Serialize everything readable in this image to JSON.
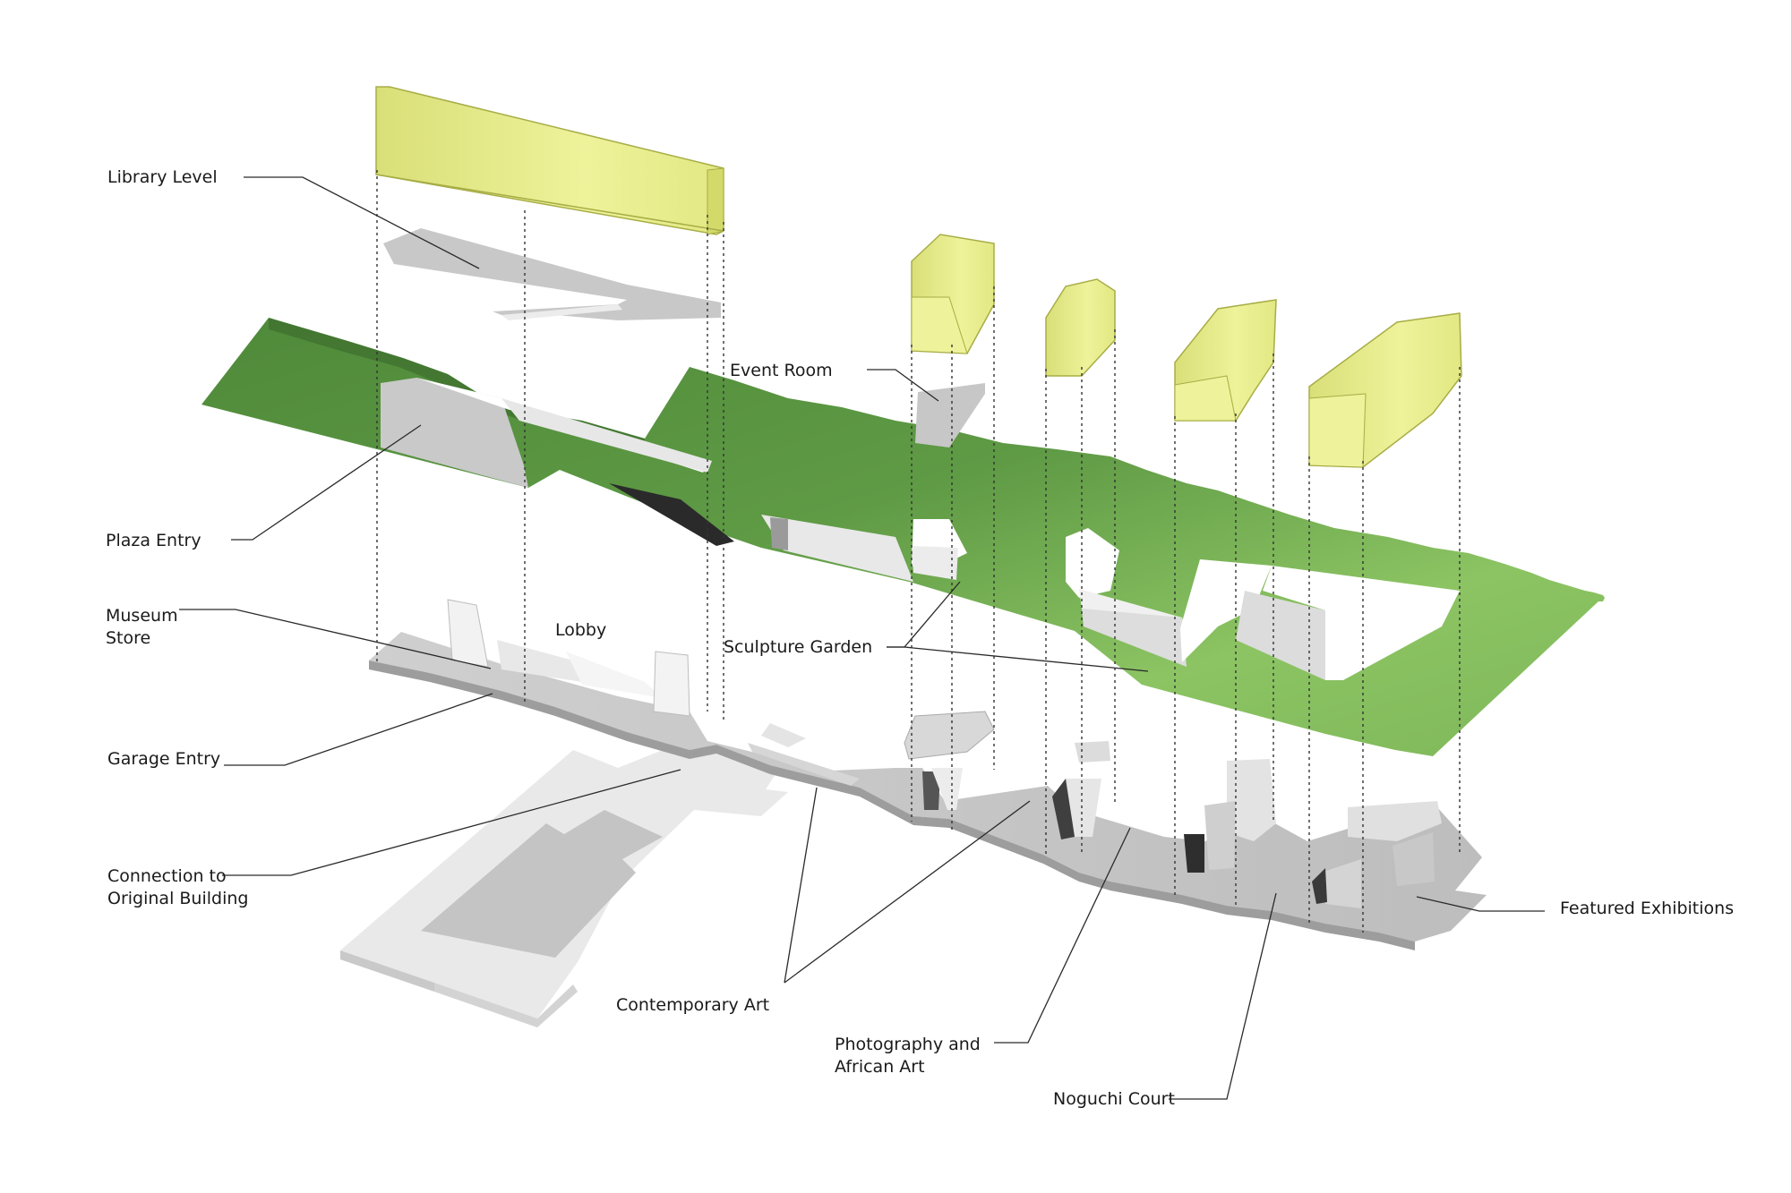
{
  "labels": {
    "library_level": "Library Level",
    "event_room": "Event Room",
    "plaza_entry": "Plaza Entry",
    "museum_store_line1": "Museum",
    "museum_store_line2": "Store",
    "lobby": "Lobby",
    "sculpture_garden": "Sculpture Garden",
    "garage_entry": "Garage Entry",
    "connection_line1": "Connection to",
    "connection_line2": "Original Building",
    "contemporary_art": "Contemporary Art",
    "photography_line1": "Photography and",
    "photography_line2": "African Art",
    "noguchi_court": "Noguchi Court",
    "featured_exhibitions": "Featured Exhibitions"
  },
  "colors": {
    "volume_fill": "#e5ea8c",
    "volume_stroke": "#9ea43a",
    "slab_grey": "#c3c3c3",
    "garden_green": "#6a9e4e",
    "garden_light": "#9ccc6c",
    "original_building": "#e9e9ea",
    "original_core": "#c4c4c4"
  }
}
